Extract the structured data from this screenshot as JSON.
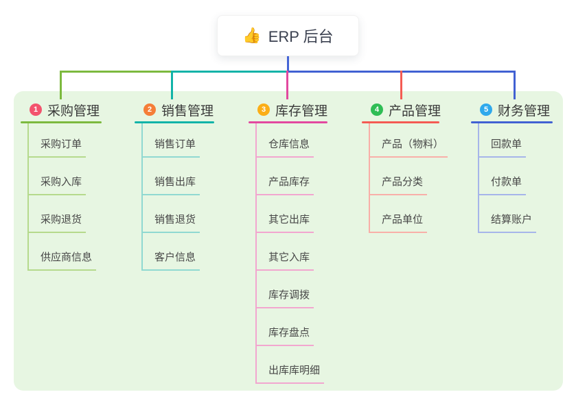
{
  "root": {
    "emoji": "👍",
    "label": "ERP 后台"
  },
  "colors": {
    "page_bg": "#ffffff",
    "panel_bg": "#e7f6e2",
    "root_stem": "#4565d6"
  },
  "branches": [
    {
      "badge": "1",
      "label": "采购管理",
      "badge_color": "#f3536d",
      "line_color": "#7cb93e",
      "child_line_color": "#b5da8c",
      "children": [
        "采购订单",
        "采购入库",
        "采购退货",
        "供应商信息"
      ]
    },
    {
      "badge": "2",
      "label": "销售管理",
      "badge_color": "#f57e38",
      "line_color": "#10b3a8",
      "child_line_color": "#90d9d1",
      "children": [
        "销售订单",
        "销售出库",
        "销售退货",
        "客户信息"
      ]
    },
    {
      "badge": "3",
      "label": "库存管理",
      "badge_color": "#fbae17",
      "line_color": "#e2489f",
      "child_line_color": "#f2a6cf",
      "children": [
        "仓库信息",
        "产品库存",
        "其它出库",
        "其它入库",
        "库存调拨",
        "库存盘点",
        "出库库明细"
      ]
    },
    {
      "badge": "4",
      "label": "产品管理",
      "badge_color": "#2fbd55",
      "line_color": "#f45b53",
      "child_line_color": "#f9afa8",
      "children": [
        "产品（物料）",
        "产品分类",
        "产品单位"
      ]
    },
    {
      "badge": "5",
      "label": "财务管理",
      "badge_color": "#2fa9ec",
      "line_color": "#4161d2",
      "child_line_color": "#a6b5ea",
      "children": [
        "回款单",
        "付款单",
        "结算账户"
      ]
    }
  ]
}
